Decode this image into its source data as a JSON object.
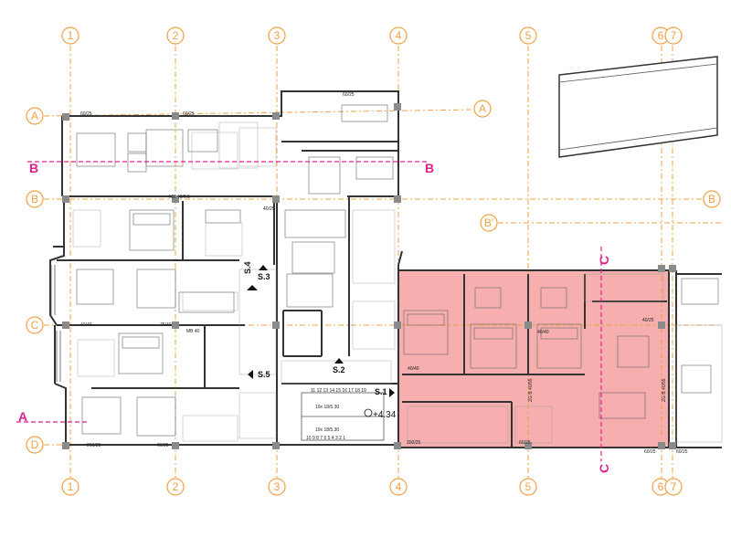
{
  "grid_columns": [
    "1",
    "2",
    "3",
    "4",
    "5",
    "6",
    "7"
  ],
  "grid_rows": [
    "A",
    "B",
    "C",
    "D"
  ],
  "extra_row": "B'",
  "sections": {
    "b": "B",
    "a": "A",
    "c": "C"
  },
  "stairs": [
    "S.1",
    "S.2",
    "S.3",
    "S.4",
    "S.5"
  ],
  "level": "+4.34",
  "stair_steps_top": "11 12 13 14 15 16 17 18 19",
  "stair_steps_bottom": "10 9 8 7 6 5 4 3 2 1",
  "stair_note": "19x 18/5.30",
  "highlight_color": "#f5a0a0",
  "dims": {
    "a1": "60/25",
    "a2": "60/25",
    "a3": "60/25",
    "b1": "MB 40/0.5",
    "b2": "40/25",
    "c1": "40/40",
    "c2": "75/40",
    "c3": "MB 40",
    "c4": "40/40",
    "c5": "40/25",
    "d1": "200/25",
    "d2": "60/25",
    "d3": "200/25",
    "d4": "60/25",
    "d5": "60/25",
    "e1": "ZG B 40/55",
    "e2": "ZG B 40/55",
    "e3": "200/25",
    "e4": "60/25",
    "e5": "40/40"
  }
}
